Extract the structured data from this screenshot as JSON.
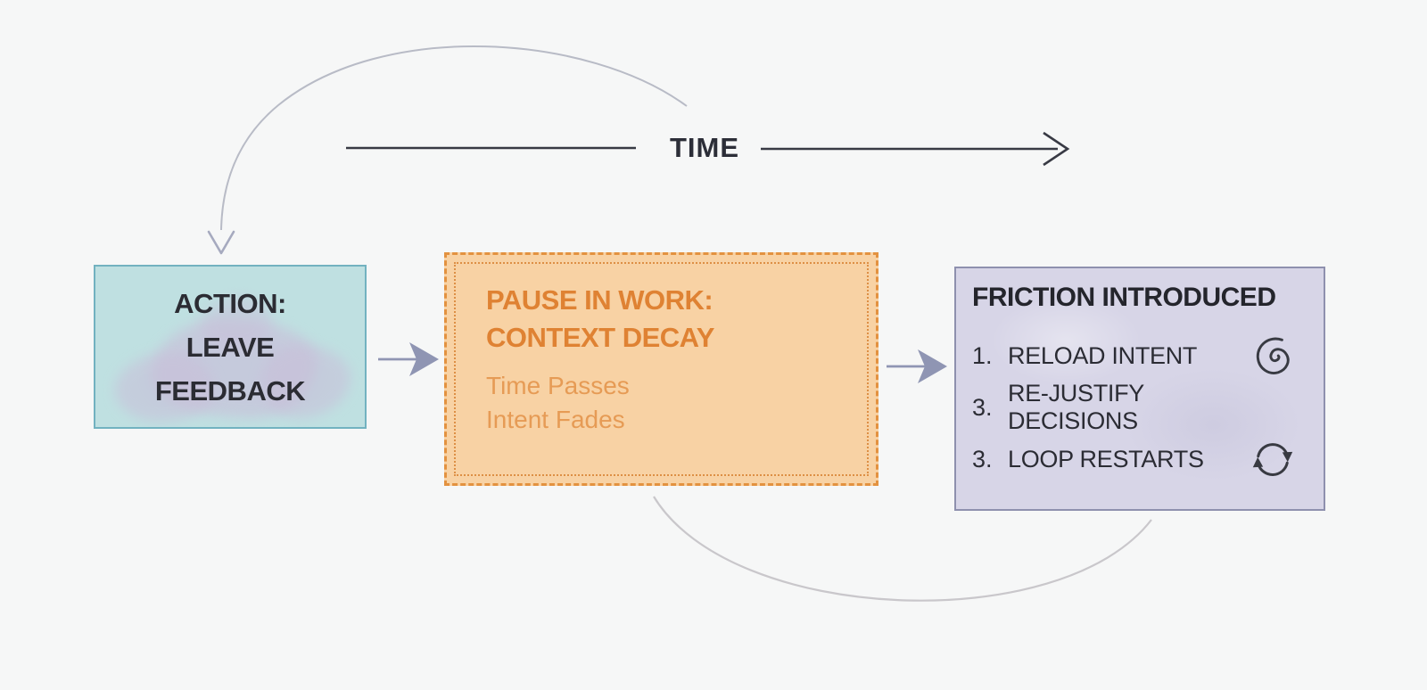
{
  "timeline": {
    "label": "TIME"
  },
  "action_box": {
    "line1": "ACTION:",
    "line2": "LEAVE",
    "line3": "FEEDBACK"
  },
  "pause_box": {
    "title1": "PAUSE IN WORK:",
    "title2": "CONTEXT DECAY",
    "sub1": "Time Passes",
    "sub2": "Intent Fades"
  },
  "friction_box": {
    "title": "FRICTION INTRODUCED",
    "items": [
      {
        "num": "1.",
        "label": "RELOAD INTENT",
        "icon": "spiral-icon"
      },
      {
        "num": "3.",
        "label": "RE-JUSTIFY DECISIONS",
        "icon": ""
      },
      {
        "num": "3.",
        "label": "LOOP RESTARTS",
        "icon": "cycle-icon"
      }
    ]
  },
  "colors": {
    "page_bg": "#f6f7f7",
    "action_fill": "#bfe0e1",
    "action_border": "#72b2c0",
    "action_watermark": "#c9bed9",
    "pause_fill": "#f8d2a4",
    "pause_border": "#e39240",
    "pause_title": "#df8233",
    "pause_sub": "#e69b55",
    "friction_fill": "#d7d5e7",
    "friction_border": "#8e90ae",
    "dark_text": "#2b2c34",
    "time_axis": "#383a44",
    "loop_curve": "#b8bbc6",
    "bottom_curve": "#c9c7cb",
    "flow_arrow": "#8f95b3"
  }
}
